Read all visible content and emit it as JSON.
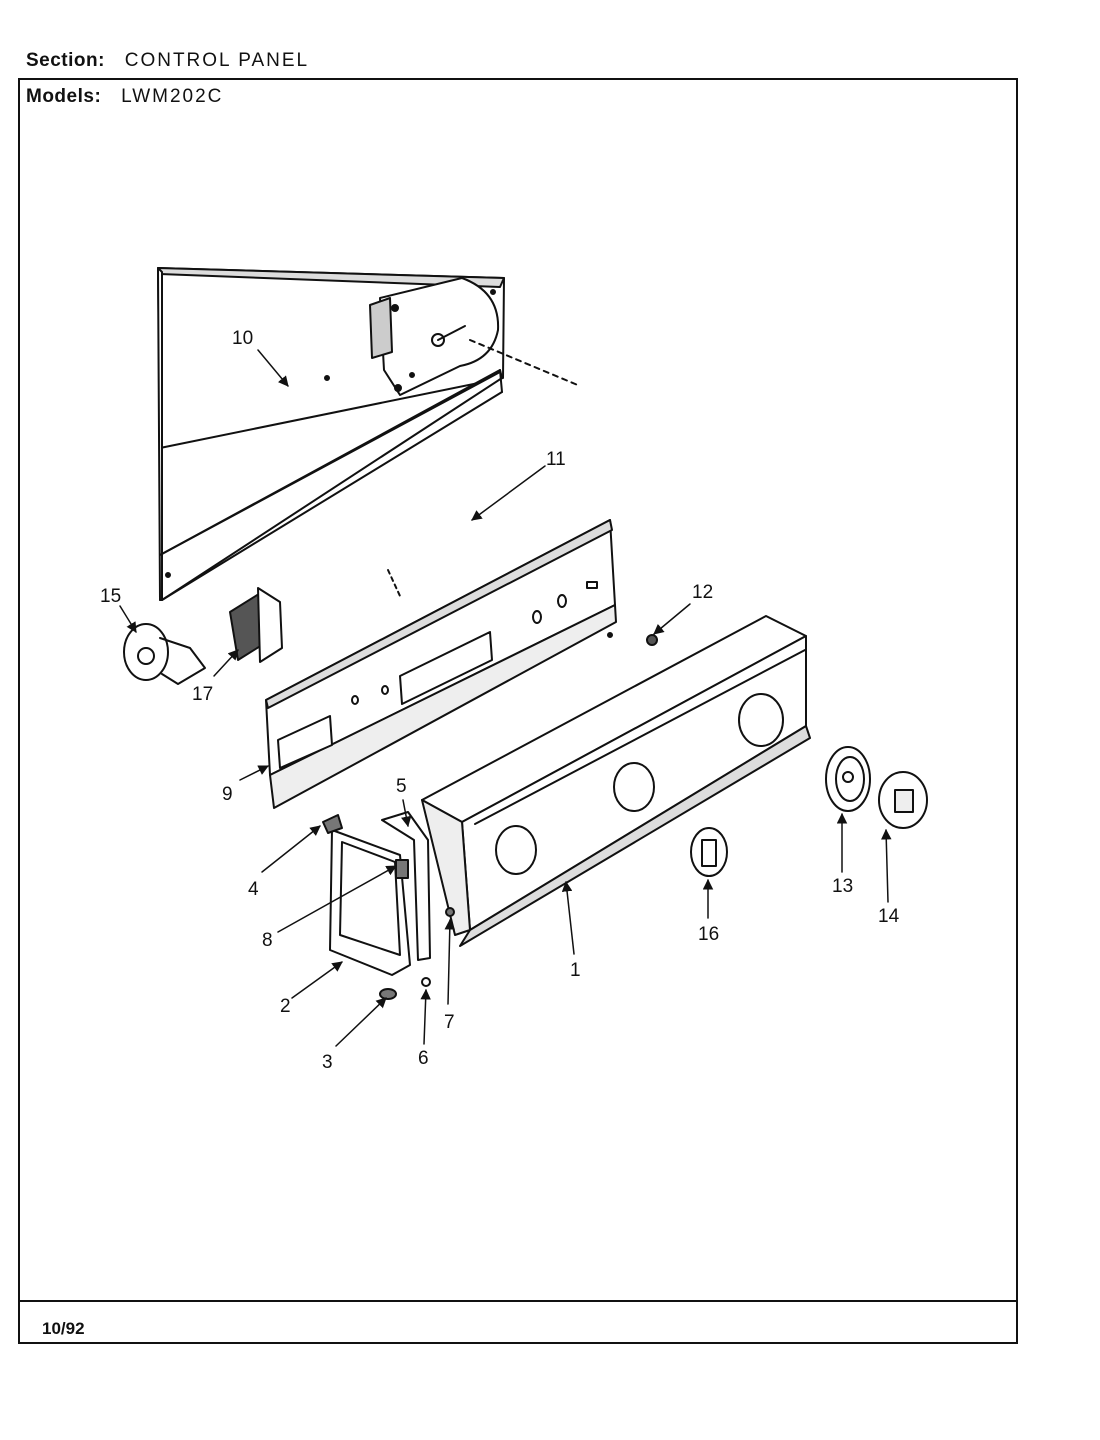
{
  "header": {
    "section_label": "Section:",
    "section_value": "CONTROL PANEL",
    "models_label": "Models:",
    "models_value": "LWM202C"
  },
  "footer": {
    "date": "10/92"
  },
  "parts": {
    "p1": "1",
    "p2": "2",
    "p3": "3",
    "p4": "4",
    "p5": "5",
    "p6": "6",
    "p7": "7",
    "p8": "8",
    "p9": "9",
    "p10": "10",
    "p11": "11",
    "p12": "12",
    "p13": "13",
    "p14": "14",
    "p15": "15",
    "p16": "16",
    "p17": "17"
  }
}
